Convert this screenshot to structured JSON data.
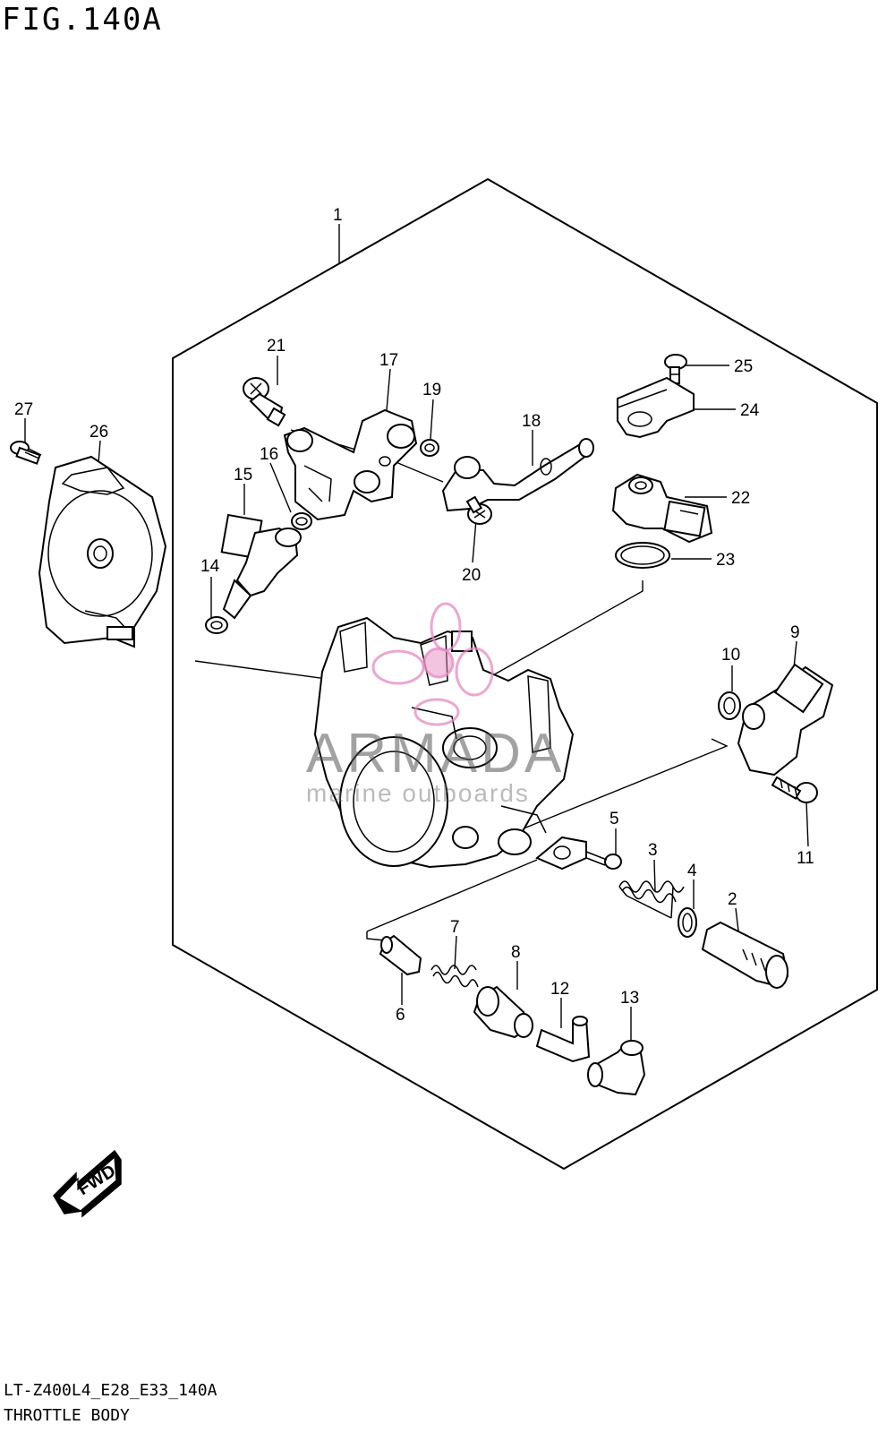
{
  "figure": {
    "title": "FIG.140A",
    "code": "LT-Z400L4_E28_E33_140A",
    "name": "THROTTLE BODY"
  },
  "watermark": {
    "brand": "ARMADA",
    "tagline": "marine outboards",
    "color": "#e58ac0"
  },
  "direction_arrow": {
    "label": "FWD"
  },
  "callouts": {
    "c1": "1",
    "c2": "2",
    "c3": "3",
    "c4": "4",
    "c5": "5",
    "c6": "6",
    "c7": "7",
    "c8": "8",
    "c9": "9",
    "c10": "10",
    "c11": "11",
    "c12": "12",
    "c13": "13",
    "c14": "14",
    "c15": "15",
    "c16": "16",
    "c17": "17",
    "c18": "18",
    "c19": "19",
    "c20": "20",
    "c21": "21",
    "c22": "22",
    "c23": "23",
    "c24": "24",
    "c25": "25",
    "c26": "26",
    "c27": "27"
  }
}
